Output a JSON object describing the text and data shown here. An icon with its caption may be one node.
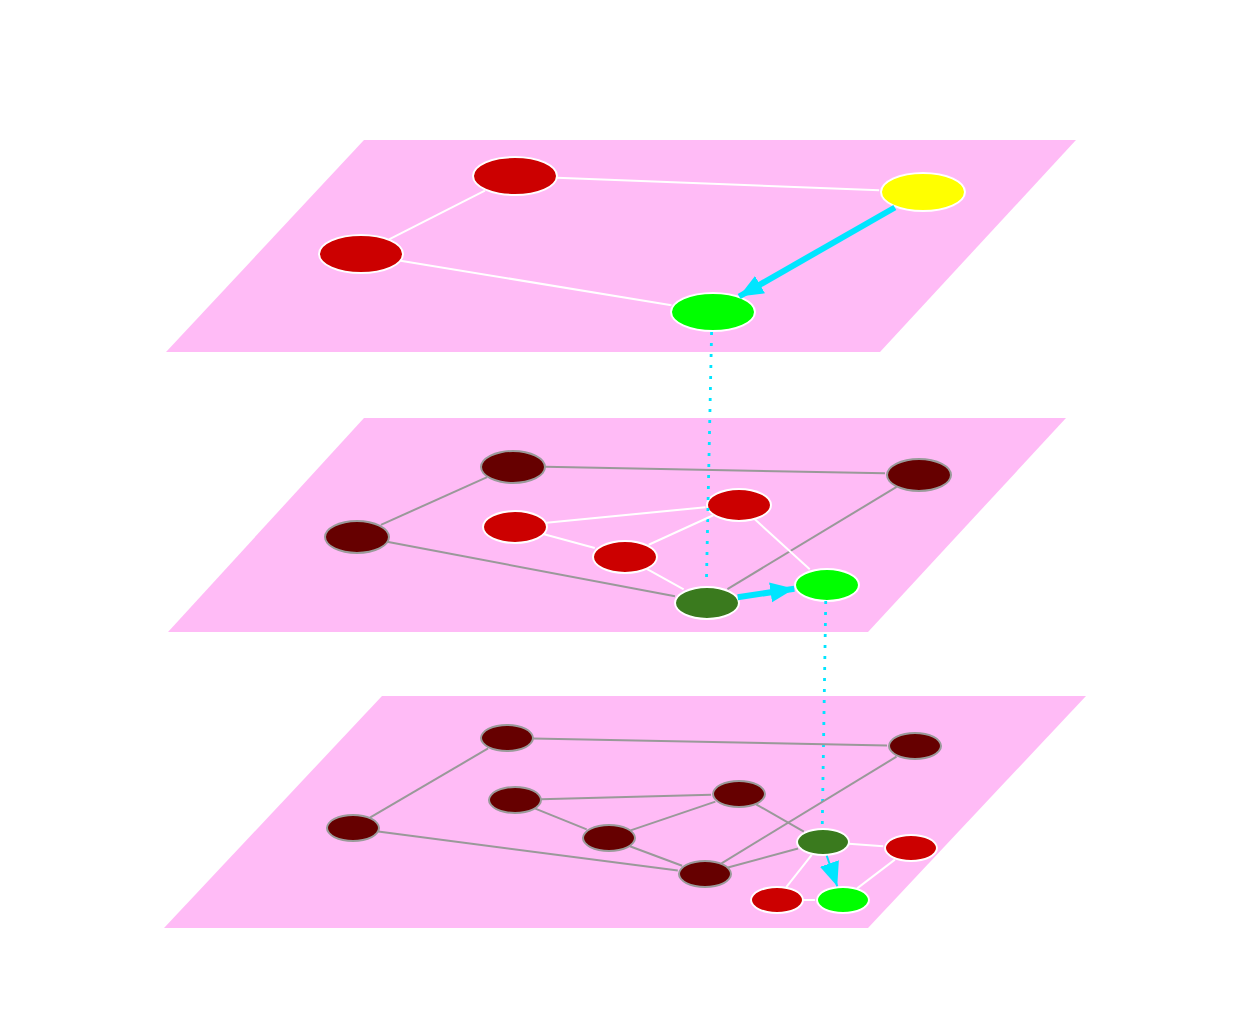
{
  "diagram": {
    "nodes": [
      {
        "text": [],
        "shape": "plane"
      },
      {
        "text": [],
        "shape": "ellipse",
        "in": 0
      },
      {
        "text": [],
        "shape": "ellipse",
        "in": 0
      },
      {
        "text": [],
        "shape": "ellipse",
        "in": 0
      },
      {
        "text": [],
        "shape": "ellipse",
        "in": 0
      },
      {
        "text": [],
        "shape": "plane"
      },
      {
        "text": [],
        "shape": "ellipse",
        "in": 5
      },
      {
        "text": [],
        "shape": "ellipse",
        "in": 5
      },
      {
        "text": [],
        "shape": "ellipse",
        "in": 5
      },
      {
        "text": [],
        "shape": "ellipse",
        "in": 5
      },
      {
        "text": [],
        "shape": "ellipse",
        "in": 5
      },
      {
        "text": [],
        "shape": "ellipse",
        "in": 5
      },
      {
        "text": [],
        "shape": "ellipse",
        "in": 5
      },
      {
        "text": [],
        "shape": "ellipse",
        "in": 5
      },
      {
        "text": [],
        "shape": "plane"
      },
      {
        "text": [],
        "shape": "ellipse",
        "in": 14
      },
      {
        "text": [],
        "shape": "ellipse",
        "in": 14
      },
      {
        "text": [],
        "shape": "ellipse",
        "in": 14
      },
      {
        "text": [],
        "shape": "ellipse",
        "in": 14
      },
      {
        "text": [],
        "shape": "ellipse",
        "in": 14
      },
      {
        "text": [],
        "shape": "ellipse",
        "in": 14
      },
      {
        "text": [],
        "shape": "ellipse",
        "in": 14
      },
      {
        "text": [],
        "shape": "ellipse",
        "in": 14
      },
      {
        "text": [],
        "shape": "ellipse",
        "in": 14
      },
      {
        "text": [],
        "shape": "ellipse",
        "in": 14
      },
      {
        "text": [],
        "shape": "ellipse",
        "in": 14
      }
    ],
    "edges": [
      {
        "from": 1,
        "to": 2,
        "arrow": "none",
        "color": "#ffffff"
      },
      {
        "from": 1,
        "to": 3,
        "arrow": "none",
        "color": "#ffffff"
      },
      {
        "from": 2,
        "to": 4,
        "arrow": "none",
        "color": "#ffffff"
      },
      {
        "from": 3,
        "to": 4,
        "arrow": "to",
        "style": "thick",
        "color": "#00e5ff"
      },
      {
        "from": 4,
        "to": 12,
        "arrow": "none",
        "style": "dashed",
        "color": "#00e5ff"
      },
      {
        "from": 6,
        "to": 7,
        "arrow": "none"
      },
      {
        "from": 6,
        "to": 8,
        "arrow": "none"
      },
      {
        "from": 7,
        "to": 12,
        "arrow": "none"
      },
      {
        "from": 8,
        "to": 12,
        "arrow": "none"
      },
      {
        "from": 9,
        "to": 10,
        "arrow": "none",
        "color": "#ffffff"
      },
      {
        "from": 9,
        "to": 11,
        "arrow": "none",
        "color": "#ffffff"
      },
      {
        "from": 11,
        "to": 10,
        "arrow": "none",
        "color": "#ffffff"
      },
      {
        "from": 11,
        "to": 12,
        "arrow": "none",
        "color": "#ffffff"
      },
      {
        "from": 10,
        "to": 13,
        "arrow": "none",
        "color": "#ffffff"
      },
      {
        "from": 12,
        "to": 13,
        "arrow": "to",
        "style": "thick",
        "color": "#00e5ff"
      },
      {
        "from": 13,
        "to": 22,
        "arrow": "none",
        "style": "dashed",
        "color": "#00e5ff"
      },
      {
        "from": 15,
        "to": 16,
        "arrow": "none"
      },
      {
        "from": 15,
        "to": 17,
        "arrow": "none"
      },
      {
        "from": 16,
        "to": 21,
        "arrow": "none"
      },
      {
        "from": 17,
        "to": 21,
        "arrow": "none"
      },
      {
        "from": 18,
        "to": 19,
        "arrow": "none"
      },
      {
        "from": 18,
        "to": 20,
        "arrow": "none"
      },
      {
        "from": 20,
        "to": 19,
        "arrow": "none"
      },
      {
        "from": 20,
        "to": 21,
        "arrow": "none"
      },
      {
        "from": 19,
        "to": 22,
        "arrow": "none"
      },
      {
        "from": 21,
        "to": 22,
        "arrow": "none"
      },
      {
        "from": 22,
        "to": 23,
        "arrow": "none",
        "color": "#ffffff"
      },
      {
        "from": 22,
        "to": 24,
        "arrow": "none",
        "color": "#ffffff"
      },
      {
        "from": 24,
        "to": 25,
        "arrow": "none",
        "color": "#ffffff"
      },
      {
        "from": 23,
        "to": 25,
        "arrow": "none",
        "color": "#ffffff"
      },
      {
        "from": 22,
        "to": 25,
        "arrow": "to",
        "color": "#00e5ff"
      }
    ]
  }
}
